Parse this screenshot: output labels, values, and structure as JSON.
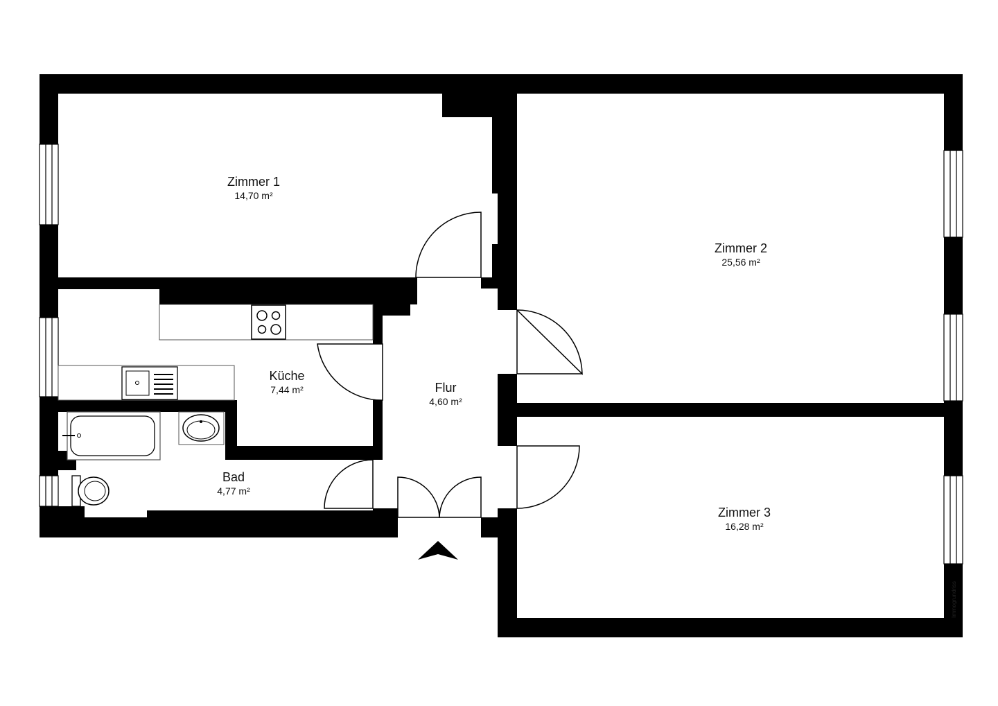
{
  "rooms": [
    {
      "id": "zimmer-1",
      "name": "Zimmer 1",
      "area": "14,70 m²"
    },
    {
      "id": "zimmer-2",
      "name": "Zimmer 2",
      "area": "25,56 m²"
    },
    {
      "id": "kueche",
      "name": "Küche",
      "area": "7,44 m²"
    },
    {
      "id": "flur",
      "name": "Flur",
      "area": "4,60 m²"
    },
    {
      "id": "bad",
      "name": "Bad",
      "area": "4,77 m²"
    },
    {
      "id": "zimmer-3",
      "name": "Zimmer 3",
      "area": "16,28 m²"
    }
  ],
  "watermark": "Immogrundriss",
  "entrance_icon": "entrance-arrow-icon",
  "colors": {
    "wall": "#000000",
    "background": "#ffffff",
    "fixture": "#ececec"
  }
}
